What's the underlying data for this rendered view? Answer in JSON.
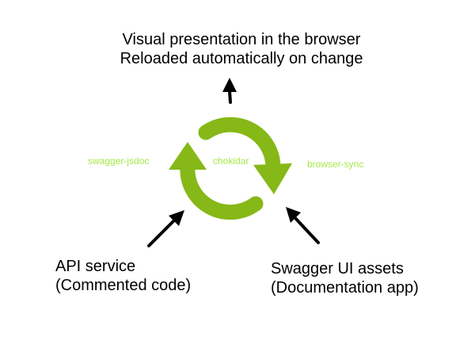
{
  "colors": {
    "cycle_green": "#86b817",
    "label_green": "#a7e94a",
    "arrow_black": "#000000"
  },
  "output": {
    "line1": "Visual presentation in the browser",
    "line2": "Reloaded automatically on change"
  },
  "labels": {
    "left": "swagger-jsdoc",
    "center": "chokidar",
    "right": "browser-sync"
  },
  "inputs": {
    "api": {
      "line1": "API service",
      "line2": "(Commented code)"
    },
    "assets": {
      "line1": "Swagger UI assets",
      "line2": "(Documentation app)"
    }
  }
}
